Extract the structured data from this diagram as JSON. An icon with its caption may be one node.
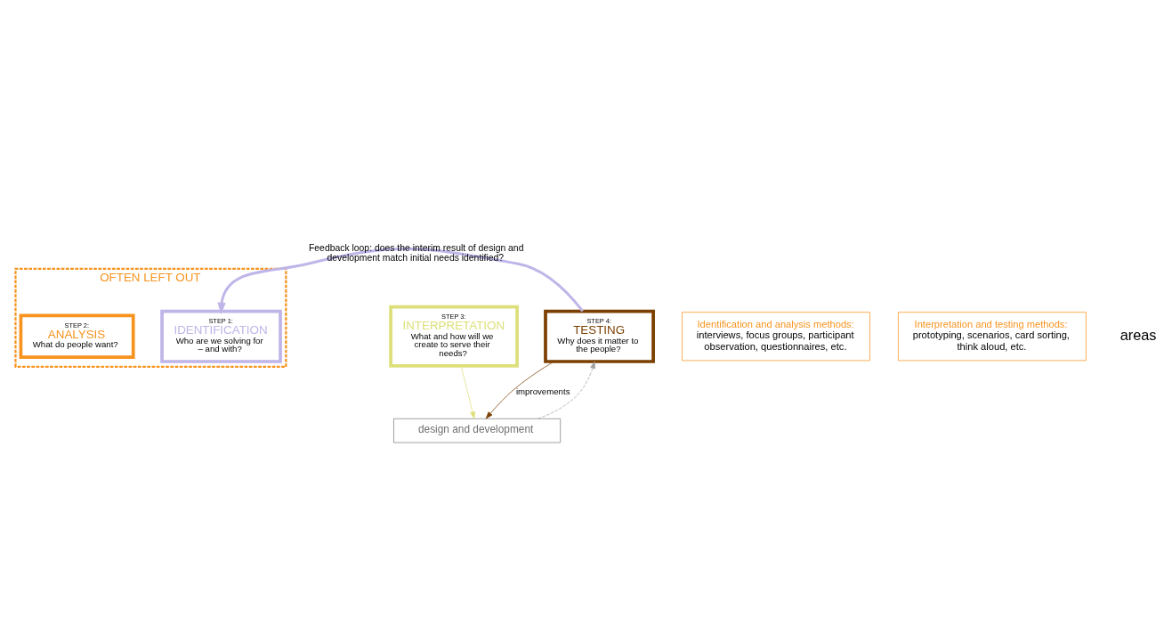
{
  "diagram": {
    "nodes": [
      {
        "text": [
          "OFTEN LEFT OUT"
        ]
      },
      {
        "text": [
          "STEP 1:",
          "IDENTIFICATION",
          "Who are we solving for – and with?"
        ],
        "in": 0
      },
      {
        "text": [
          "STEP 2:",
          "ANALYSIS",
          "What do people want?"
        ],
        "in": 0
      },
      {
        "text": [
          "STEP 3:",
          "INTERPRETATION",
          "What and how will we create to serve their needs?"
        ]
      },
      {
        "text": [
          "STEP 4:",
          "TESTING",
          "Why does it matter to the people?"
        ]
      },
      {
        "text": [
          "design and development"
        ]
      },
      {
        "text": [
          "Identification and analysis methods:",
          "interviews, focus groups, participant observation, questionnaires, etc."
        ]
      },
      {
        "text": [
          "Interpretation and testing methods:",
          "prototyping, scenarios, card sorting, think aloud, etc."
        ]
      }
    ],
    "edges": [
      {
        "from": 4,
        "to": 1,
        "arrow": "to",
        "label": "Feedback loop: does the interim result of design and development match initial needs identified?",
        "style": "thick",
        "color": "#c0b5e8"
      },
      {
        "from": 3,
        "to": 5,
        "arrow": "to",
        "color": "#dde07a"
      },
      {
        "from": 4,
        "to": 5,
        "arrow": "to",
        "label": "improvements",
        "color": "#7b3f00"
      },
      {
        "from": 5,
        "to": 4,
        "arrow": "to",
        "style": "dashed",
        "color": "#a0a0a0"
      }
    ],
    "labels": [
      "areas"
    ]
  }
}
